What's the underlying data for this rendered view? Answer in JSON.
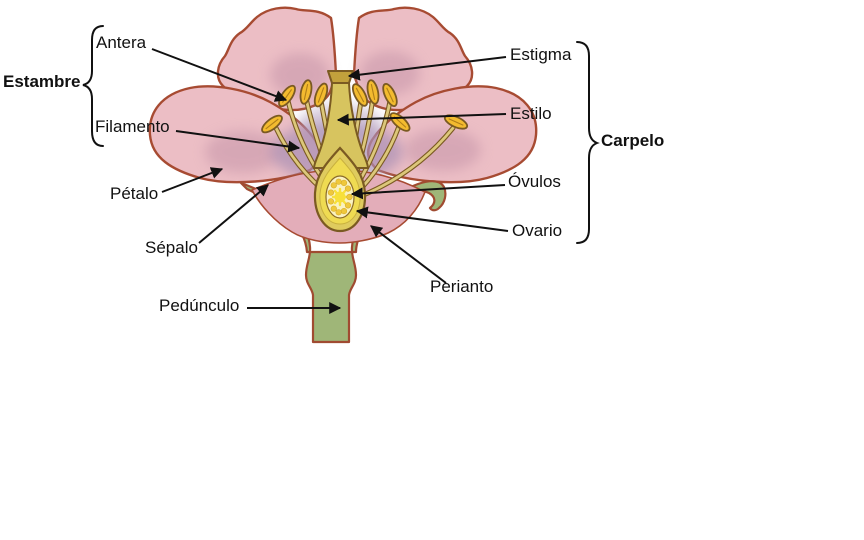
{
  "figure": {
    "kind": "flower-anatomy-cross-section",
    "language": "es",
    "background": "#ffffff"
  },
  "labels": {
    "antera": "Antera",
    "estambre": "Estambre",
    "filamento": "Filamento",
    "petalo": "Pétalo",
    "sepalo": "Sépalo",
    "pedunculo": "Pedúnculo",
    "estigma": "Estigma",
    "estilo": "Estilo",
    "ovulos": "Óvulos",
    "ovario": "Ovario",
    "perianto": "Perianto",
    "carpelo": "Carpelo"
  },
  "groups": [
    {
      "label": "Estambre",
      "members": [
        "Antera",
        "Filamento"
      ],
      "brace_side": "left"
    },
    {
      "label": "Carpelo",
      "members": [
        "Estigma",
        "Estilo",
        "Óvulos",
        "Ovario"
      ],
      "brace_side": "right"
    }
  ],
  "colors": {
    "petal": "#ECBEC5",
    "petal_outline": "#A74B32",
    "petal_blotch": "#C999AC",
    "center_shading": "#A98FB4",
    "sepal_stem": "#9FB678",
    "receptacle_pink": "#E3ADB9",
    "filament": "#DCC77A",
    "style_pistil": "#D7C45F",
    "anther": "#F3BB2F",
    "ovary_outer": "#DFCB5E",
    "ovary_inner": "#FAF2C0",
    "ovule": "#EFC83C",
    "line_color": "#111111"
  }
}
